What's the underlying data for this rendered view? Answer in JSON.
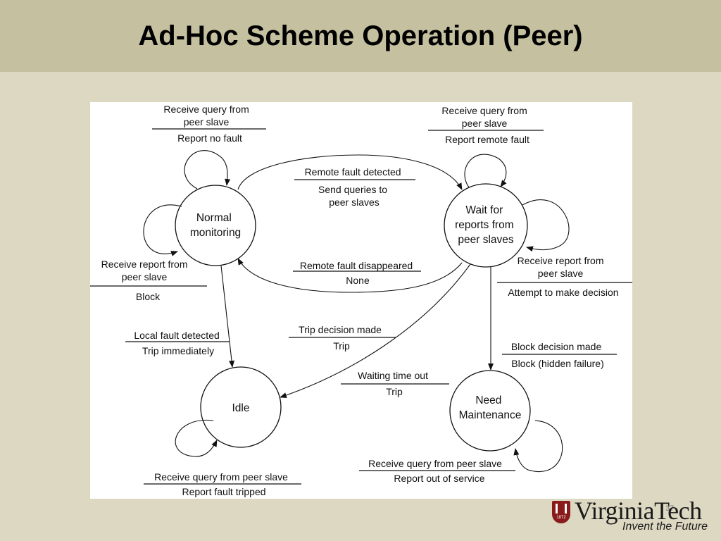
{
  "slide": {
    "title": "Ad-Hoc Scheme Operation (Peer)",
    "number": "37"
  },
  "diagram": {
    "states": {
      "normal": [
        "Normal",
        "monitoring"
      ],
      "wait": [
        "Wait for",
        "reports from",
        "peer slaves"
      ],
      "idle": [
        "Idle"
      ],
      "maint": [
        "Need",
        "Maintenance"
      ]
    },
    "transitions": {
      "normal_self_query": {
        "event": [
          "Receive query from",
          "peer slave"
        ],
        "action": [
          "Report no fault"
        ]
      },
      "normal_self_report": {
        "event": [
          "Receive report from",
          "peer slave"
        ],
        "action": [
          "Block"
        ]
      },
      "normal_to_wait": {
        "event": [
          "Remote fault detected"
        ],
        "action": [
          "Send queries to",
          "peer slaves"
        ]
      },
      "wait_to_normal": {
        "event": [
          "Remote fault disappeared"
        ],
        "action": [
          "None"
        ]
      },
      "wait_self_query": {
        "event": [
          "Receive query from",
          "peer slave"
        ],
        "action": [
          "Report remote fault"
        ]
      },
      "wait_self_report": {
        "event": [
          "Receive report from",
          "peer slave"
        ],
        "action": [
          "Attempt to make decision"
        ]
      },
      "normal_to_idle": {
        "event": [
          "Local fault detected"
        ],
        "action": [
          "Trip immediately"
        ]
      },
      "wait_to_idle": {
        "event": [
          "Trip decision made"
        ],
        "action": [
          "Trip"
        ]
      },
      "wait_to_maint": {
        "event": [
          "Block decision made"
        ],
        "action": [
          "Block (hidden failure)"
        ]
      },
      "maint_to_idle": {
        "event": [
          "Waiting time out"
        ],
        "action": [
          "Trip"
        ]
      },
      "idle_self": {
        "event": [
          "Receive query from peer slave"
        ],
        "action": [
          "Report fault tripped"
        ]
      },
      "maint_self": {
        "event": [
          "Receive query from peer slave"
        ],
        "action": [
          "Report out of service"
        ]
      }
    }
  },
  "logo": {
    "wordmark": "VirginiaTech",
    "tagline": "Invent the Future",
    "year": "1872",
    "colors": {
      "maroon": "#8a1b1b"
    }
  }
}
